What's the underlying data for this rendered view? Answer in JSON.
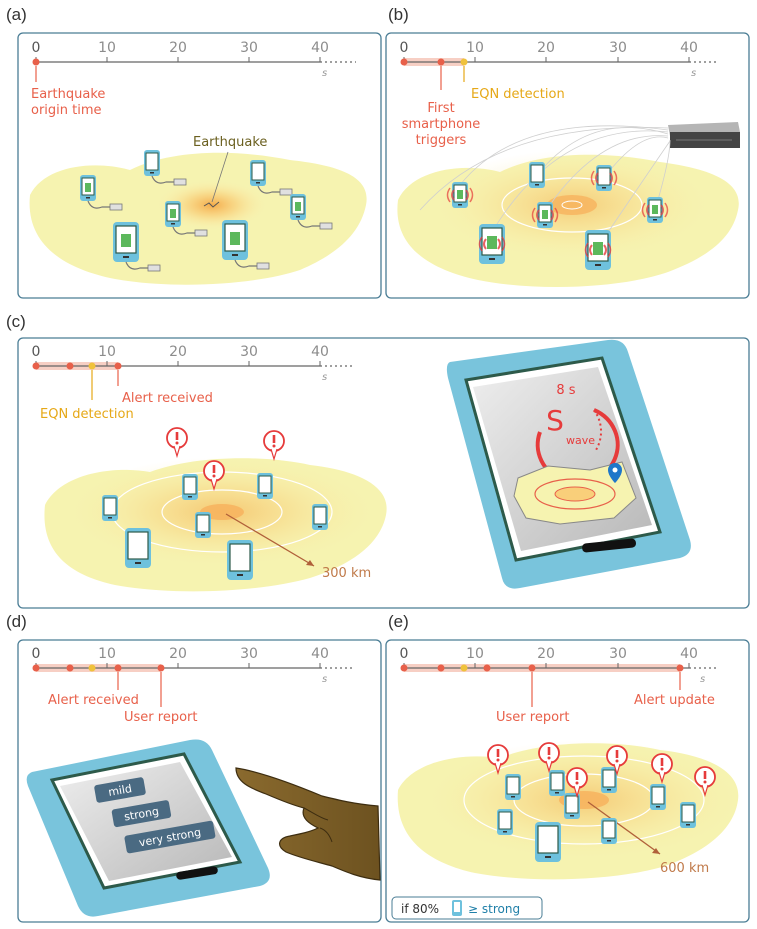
{
  "panels": {
    "a": {
      "label": "(a)",
      "ticks": [
        "0",
        "10",
        "20",
        "30",
        "40"
      ],
      "unit": "s",
      "origin_line1": "Earthquake",
      "origin_line2": "origin time",
      "quake": "Earthquake"
    },
    "b": {
      "label": "(b)",
      "ticks": [
        "0",
        "10",
        "20",
        "30",
        "40"
      ],
      "unit": "s",
      "first_line1": "First",
      "first_line2": "smartphone",
      "first_line3": "triggers",
      "eqn": "EQN detection"
    },
    "c": {
      "label": "(c)",
      "ticks": [
        "0",
        "10",
        "20",
        "30",
        "40"
      ],
      "unit": "s",
      "alert": "Alert received",
      "eqn": "EQN detection",
      "radius": "300 km",
      "countdown": "8 s",
      "s_letter": "S",
      "wave_word": "wave"
    },
    "d": {
      "label": "(d)",
      "ticks": [
        "0",
        "10",
        "20",
        "30",
        "40"
      ],
      "unit": "s",
      "alert": "Alert received",
      "report": "User report",
      "buttons": [
        "mild",
        "strong",
        "very strong"
      ]
    },
    "e": {
      "label": "(e)",
      "ticks": [
        "0",
        "10",
        "20",
        "30",
        "40"
      ],
      "unit": "s",
      "report": "User report",
      "update": "Alert update",
      "radius": "600 km",
      "cond_prefix": "if 80%",
      "cond_suffix": "≥ strong"
    }
  },
  "colors": {
    "frame": "#4a7d95",
    "alert_red": "#e8604a",
    "eqn_yellow": "#e6a817",
    "phone_blue": "#6ec1dd",
    "ground_yellow": "#f6f3b0",
    "epicenter_orange": "#f5b35a"
  }
}
